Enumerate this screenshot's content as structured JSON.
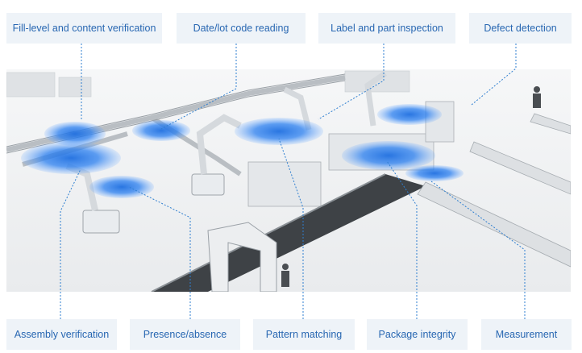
{
  "labels": {
    "fill_level": "Fill-level and content verification",
    "date_lot": "Date/lot code reading",
    "label_part": "Label and part inspection",
    "defect": "Defect detection",
    "assembly": "Assembly verification",
    "presence": "Presence/absence",
    "pattern": "Pattern matching",
    "package": "Package integrity",
    "measurement": "Measurement"
  },
  "colors": {
    "label_bg": "#eef3f8",
    "label_text": "#2867b2",
    "leader_line": "#2f7fd0",
    "inspection_spot": "#1f6fe0"
  }
}
